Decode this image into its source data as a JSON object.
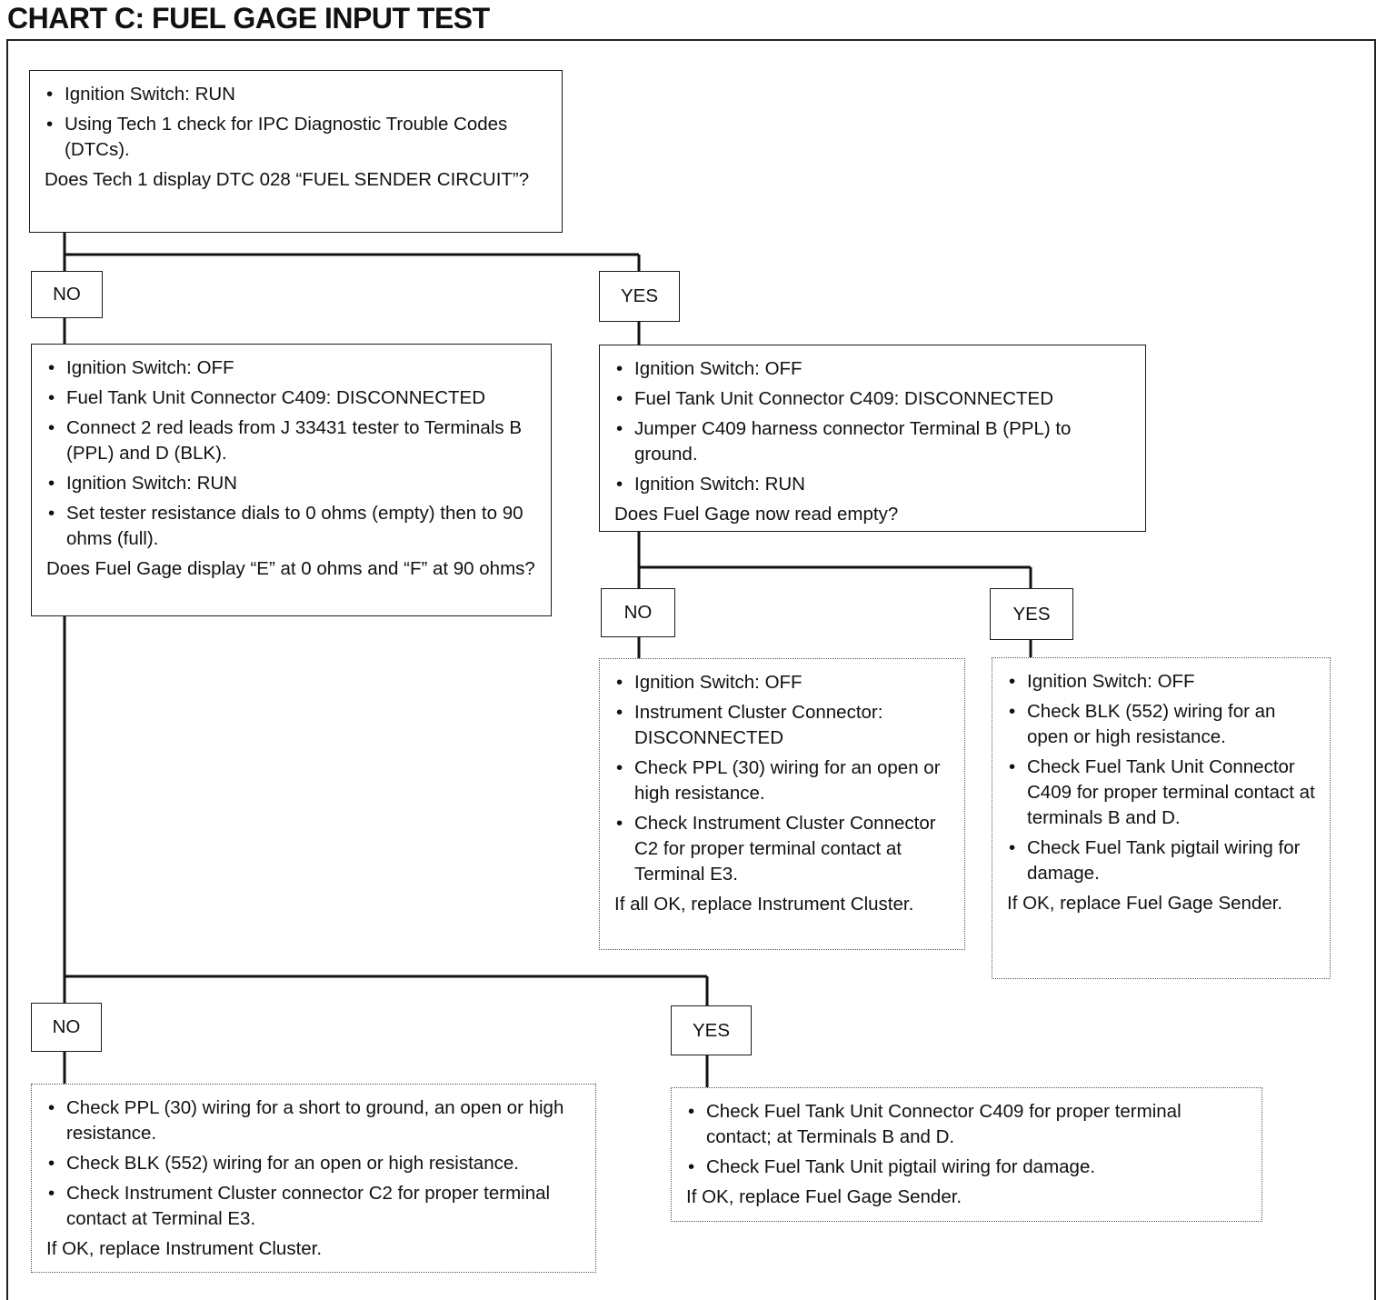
{
  "title": "CHART C: FUEL GAGE INPUT TEST",
  "boxes": {
    "start": {
      "steps": [
        "Ignition Switch:  RUN",
        "Using Tech 1 check for IPC Diagnostic Trouble Codes (DTCs)."
      ],
      "question": "Does Tech 1 display DTC 028 “FUEL SENDER CIRCUIT”?"
    },
    "no_dtc": {
      "steps": [
        "Ignition Switch:  OFF",
        "Fuel Tank Unit Connector C409:  DISCONNECTED",
        "Connect 2 red leads from J 33431 tester to Terminals B (PPL) and D (BLK).",
        "Ignition Switch:  RUN",
        "Set tester resistance dials to 0 ohms (empty) then to 90 ohms (full)."
      ],
      "question": "Does Fuel Gage display “E” at 0 ohms and “F” at 90 ohms?"
    },
    "yes_dtc": {
      "steps": [
        "Ignition Switch:  OFF",
        "Fuel Tank Unit Connector C409:  DISCONNECTED",
        "Jumper C409 harness connector Terminal B (PPL) to ground.",
        "Ignition Switch:  RUN"
      ],
      "question": "Does Fuel Gage now read empty?"
    },
    "jumper_no": {
      "steps": [
        "Ignition Switch:  OFF",
        "Instrument Cluster Connector:  DISCONNECTED",
        "Check PPL (30) wiring for an open or high resistance.",
        "Check Instrument Cluster Connector C2 for proper terminal contact at Terminal E3."
      ],
      "question": "If all OK, replace Instrument Cluster."
    },
    "jumper_yes": {
      "steps": [
        "Ignition Switch:  OFF",
        "Check BLK (552) wiring for an open or high resistance.",
        "Check Fuel Tank Unit Connector C409 for proper terminal contact at terminals B and D.",
        "Check Fuel Tank pigtail wiring for damage."
      ],
      "question": "If OK, replace Fuel Gage Sender."
    },
    "tester_no": {
      "steps": [
        "Check PPL (30) wiring for a short to ground, an open or high resistance.",
        "Check BLK (552) wiring for an open or high resistance.",
        "Check Instrument Cluster connector C2 for proper terminal contact at Terminal E3."
      ],
      "question": "If OK, replace Instrument Cluster."
    },
    "tester_yes": {
      "steps": [
        "Check Fuel Tank Unit Connector C409 for proper terminal contact; at Terminals B and D.",
        "Check Fuel Tank Unit pigtail wiring for damage."
      ],
      "question": "If OK, replace Fuel Gage Sender."
    }
  },
  "decisions": {
    "d1_no": "NO",
    "d1_yes": "YES",
    "d2_no": "NO",
    "d2_yes": "YES",
    "d3_no": "NO",
    "d3_yes": "YES"
  }
}
